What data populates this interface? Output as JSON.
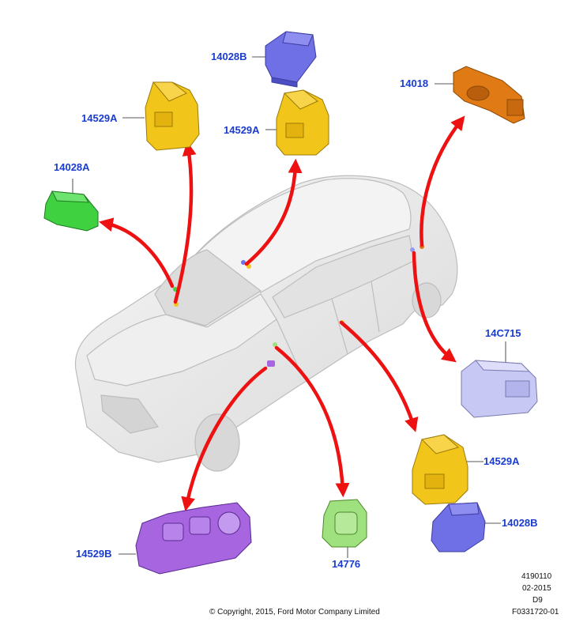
{
  "diagram": {
    "callouts": [
      {
        "id": "c1",
        "text": "14028B"
      },
      {
        "id": "c2",
        "text": "14018"
      },
      {
        "id": "c3",
        "text": "14529A"
      },
      {
        "id": "c4",
        "text": "14529A"
      },
      {
        "id": "c5",
        "text": "14028A"
      },
      {
        "id": "c6",
        "text": "14C715"
      },
      {
        "id": "c7",
        "text": "14529A"
      },
      {
        "id": "c8",
        "text": "14028B"
      },
      {
        "id": "c9",
        "text": "14529B"
      },
      {
        "id": "c10",
        "text": "14776"
      }
    ],
    "colors": {
      "label": "#1a3ccf",
      "arrow": "#ee1111",
      "yellow_switch": "#f2c51a",
      "blue_switch": "#6f6fe6",
      "green_switch_a": "#3fd13f",
      "green_switch_b": "#9fe07f",
      "orange_sensor": "#e07a14",
      "lavender_module": "#c8c8f5",
      "purple_switch": "#a766e0",
      "vehicle": "#e8e8e8"
    }
  },
  "footer": {
    "copyright": "© Copyright, 2015, Ford Motor Company Limited",
    "code1": "4190110",
    "date": "02-2015",
    "code2": "D9",
    "code3": "F0331720-01"
  }
}
